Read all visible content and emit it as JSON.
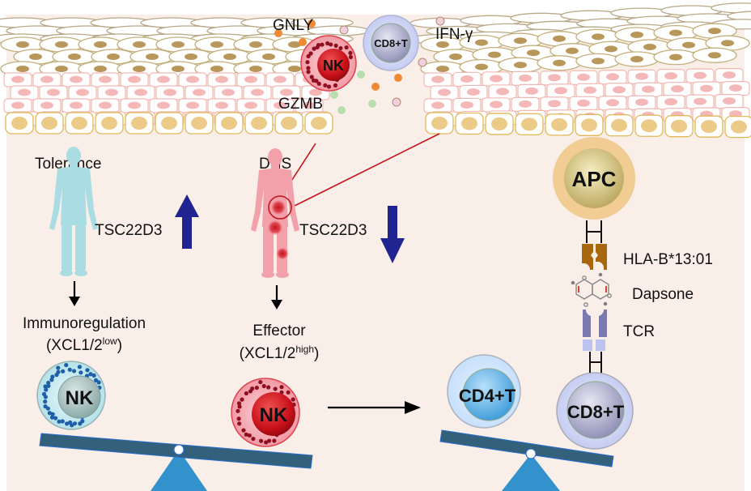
{
  "colors": {
    "background_panel": "#faeee8",
    "up_arrow": "#1f2490",
    "down_arrow": "#1f2490",
    "callout_line": "#c0161c",
    "tolerance_figure": "#a9dde3",
    "dhs_figure": "#f2a0aa",
    "seesaw_beam": "#33607a",
    "seesaw_base": "#3391cb",
    "hla": "#a8670c",
    "tcr": "#7a79b0",
    "tcr_light": "#bcc3ef",
    "granule_orange": "#ef8a32",
    "granule_green": "#b8deb0",
    "granule_pink": "#f0d0de"
  },
  "skin": {
    "cytokines": {
      "gnly": "GNLY",
      "gzmb": "GZMB",
      "ifng": "IFN-γ"
    },
    "cells": {
      "nk": "NK",
      "cd8t": "CD8+T"
    }
  },
  "tolerance": {
    "title": "Tolerance",
    "gene": "TSC22D3",
    "direction": "up",
    "outcome": "Immunoregulation",
    "marker_prefix": "(XCL1/2",
    "marker_sup": "low",
    "marker_suffix": ")",
    "cell_label": "NK"
  },
  "dhs": {
    "title": "DHS",
    "gene": "TSC22D3",
    "direction": "down",
    "outcome": "Effector",
    "marker_prefix": "(XCL1/2",
    "marker_sup": "high",
    "marker_suffix": ")",
    "cell_label": "NK"
  },
  "antigen_presentation": {
    "apc_label": "APC",
    "hla_label": "HLA-B*13:01",
    "drug_label": "Dapsone",
    "tcr_label": "TCR"
  },
  "t_cells": {
    "cd4": "CD4+T",
    "cd8": "CD8+T"
  }
}
